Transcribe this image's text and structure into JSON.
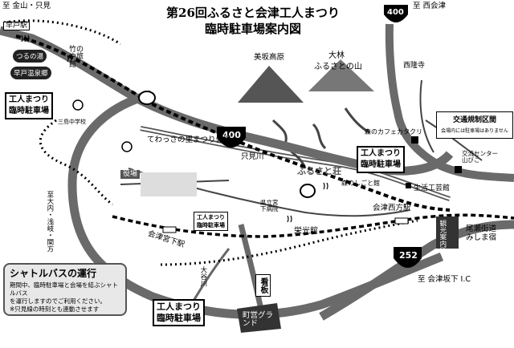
{
  "title": {
    "line1": "第26回ふるさと会津工人まつり",
    "line2": "臨時駐車場案内図"
  },
  "route_badges": {
    "r400_top": "400",
    "r400_mid": "400",
    "r252": "252"
  },
  "labels": {
    "to_kaneyama": "至 金山・只見",
    "to_nishiaizu": "至 西会津",
    "to_aizusakashita": "至 会津坂下 I.C",
    "to_oouchi": "至大内・浅岐・関方",
    "hayato_station": "早戸駅",
    "tsurunoyu": "つるの湯",
    "takeya": "竹のや旅館",
    "hayato_onsen": "早戸温泉郷",
    "misaka_kogen": "美坂高原",
    "oobayashi": "大林",
    "furusato_yama": "ふるさとの山",
    "seiryoji": "西隆寺",
    "mori_cafe": "森のカフェカタクリ",
    "mori_shigotoya": "森のしごと館",
    "tewassa": "てわっさの里まつり会場",
    "tadami_river": "只見川",
    "furusatosou": "ふるさと荘",
    "kenritsu_hospital": "県立宮下病院",
    "seikatsu_kogeikan": "生活工芸館",
    "aizunishikata_station": "会津西方駅",
    "mishima_jhs": "三島中学校",
    "yakuba": "役場",
    "aizumiyashita_station": "会津宮下駅",
    "ootani_river": "大谷川",
    "kanban": "看板",
    "jokokan": "栄光館",
    "kanko_annai": "観光案内所",
    "oze_kaido": "尾瀬街道",
    "mishimajuku": "みしま宿",
    "koryu_center": "交流センター山びこ",
    "machiei_ground": "町営グランド"
  },
  "lots": {
    "west": [
      "工人まつり",
      "臨時駐車場"
    ],
    "east": [
      "工人まつり",
      "臨時駐車場"
    ],
    "south": [
      "工人まつり",
      "臨時駐車場"
    ],
    "center": [
      "工人まつり",
      "臨時駐車場"
    ]
  },
  "traffic": {
    "title": "交通規制区間",
    "note": "会場内には駐車場はありません"
  },
  "shuttle": {
    "title": "シャトルバスの運行",
    "lines": [
      "期間中、臨時駐車場と会場を結ぶシャトルバス",
      "を運行しますのでご利用ください。",
      "※只見線の時刻とも連動させます"
    ]
  }
}
